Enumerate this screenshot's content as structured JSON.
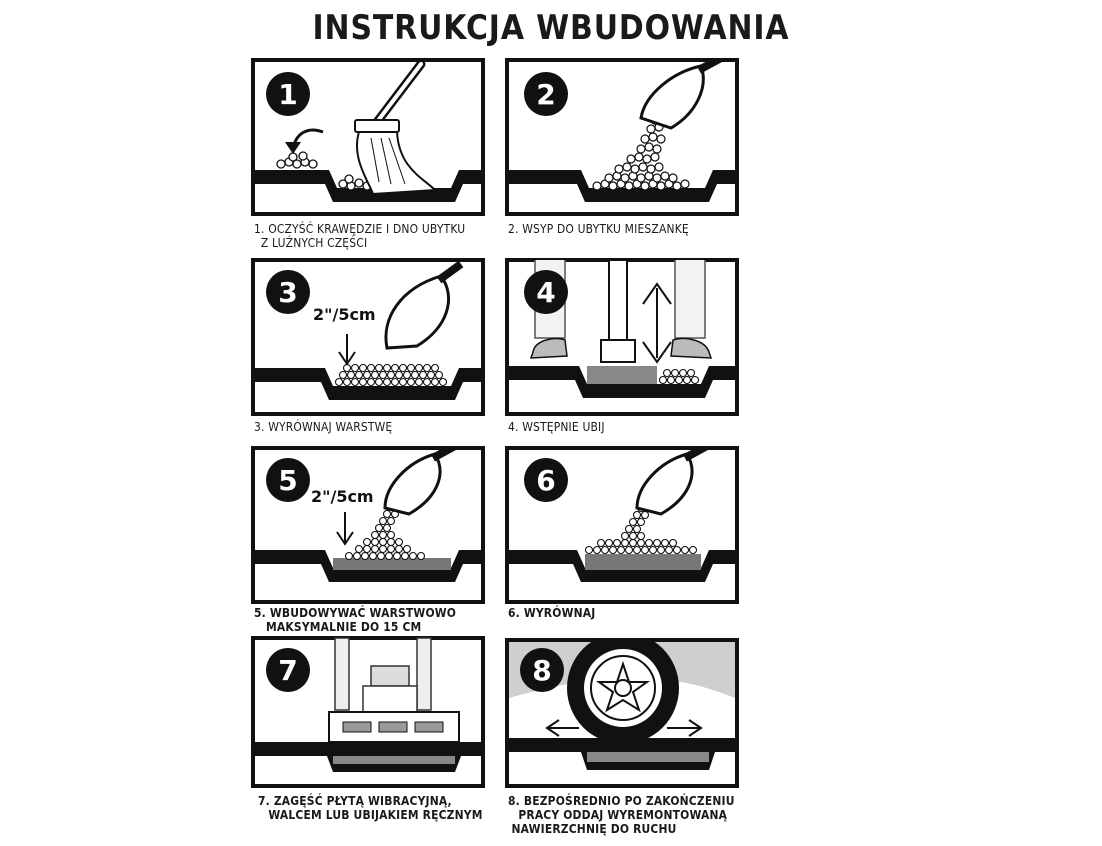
{
  "title": "INSTRUKCJA WBUDOWANIA",
  "steps": [
    {
      "number": "1",
      "caption_lines": [
        "1. OCZYŚĆ KRAWĘDZIE I DNO UBYTKU",
        "Z LUŹNYCH  CZĘŚCI"
      ]
    },
    {
      "number": "2",
      "caption_lines": [
        "2. WSYP DO UBYTKU MIESZANKĘ"
      ]
    },
    {
      "number": "3",
      "caption_lines": [
        "3. WYRÓWNAJ WARSTWĘ"
      ],
      "label": "2\"/5cm"
    },
    {
      "number": "4",
      "caption_lines": [
        "4. WSTĘPNIE UBIJ"
      ]
    },
    {
      "number": "5",
      "caption_lines": [
        "5. WBUDOWYWAĆ WARSTWOWO",
        "MAKSYMALNIE DO 15 CM"
      ],
      "label": "2\"/5cm"
    },
    {
      "number": "6",
      "caption_lines": [
        "6. WYRÓWNAJ"
      ]
    },
    {
      "number": "7",
      "caption_lines": [
        "7. ZAGĘŚĆ PŁYTĄ WIBRACYJNĄ,",
        "WALCEM LUB UBIJAKIEM RĘCZNYM"
      ]
    },
    {
      "number": "8",
      "caption_lines": [
        "8. BEZPOŚREDNIO PO ZAKOŃCZENIU",
        "PRACY ODDAJ WYREMONTOWANĄ",
        "NAWIERZCHNIĘ DO RUCHU"
      ]
    }
  ]
}
